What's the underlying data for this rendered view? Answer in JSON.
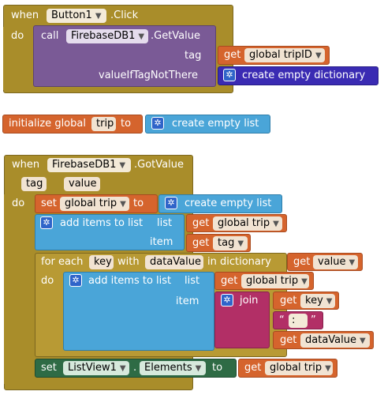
{
  "block1": {
    "when": "when",
    "component": "Button1",
    "event": ".Click",
    "do": "do",
    "call": "call",
    "db": "FirebaseDB1",
    "method": ".GetValue",
    "tag_label": "tag",
    "get": "get",
    "tag_var": "global tripID",
    "value_if_label": "valueIfTagNotThere",
    "dict_label": "create empty dictionary"
  },
  "block2": {
    "init": "initialize global",
    "var_name": "trip",
    "to": "to",
    "list_label": "create empty list"
  },
  "block3": {
    "when": "when",
    "component": "FirebaseDB1",
    "event": ".GotValue",
    "param_tag": "tag",
    "param_value": "value",
    "do": "do",
    "set": "set",
    "set_var": "global trip",
    "to": "to",
    "empty_list": "create empty list",
    "add_items": "add items to list",
    "list_label": "list",
    "get": "get",
    "list_var": "global trip",
    "item_label": "item",
    "tag_var": "tag",
    "for_each": "for each",
    "key_var": "key",
    "with": "with",
    "data_var": "dataValue",
    "in_dict": "in dictionary",
    "value_var": "value",
    "inner_do": "do",
    "inner_add": "add items to list",
    "inner_list_label": "list",
    "inner_list_var": "global trip",
    "inner_item_label": "item",
    "join": "join",
    "join_key": "key",
    "join_sep_open": "“",
    "join_sep": " : ",
    "join_sep_close": "”",
    "join_data": "dataValue",
    "set2": "set",
    "listview": "ListView1",
    "dot": ".",
    "elements": "Elements",
    "to2": "to",
    "final_var": "global trip"
  }
}
